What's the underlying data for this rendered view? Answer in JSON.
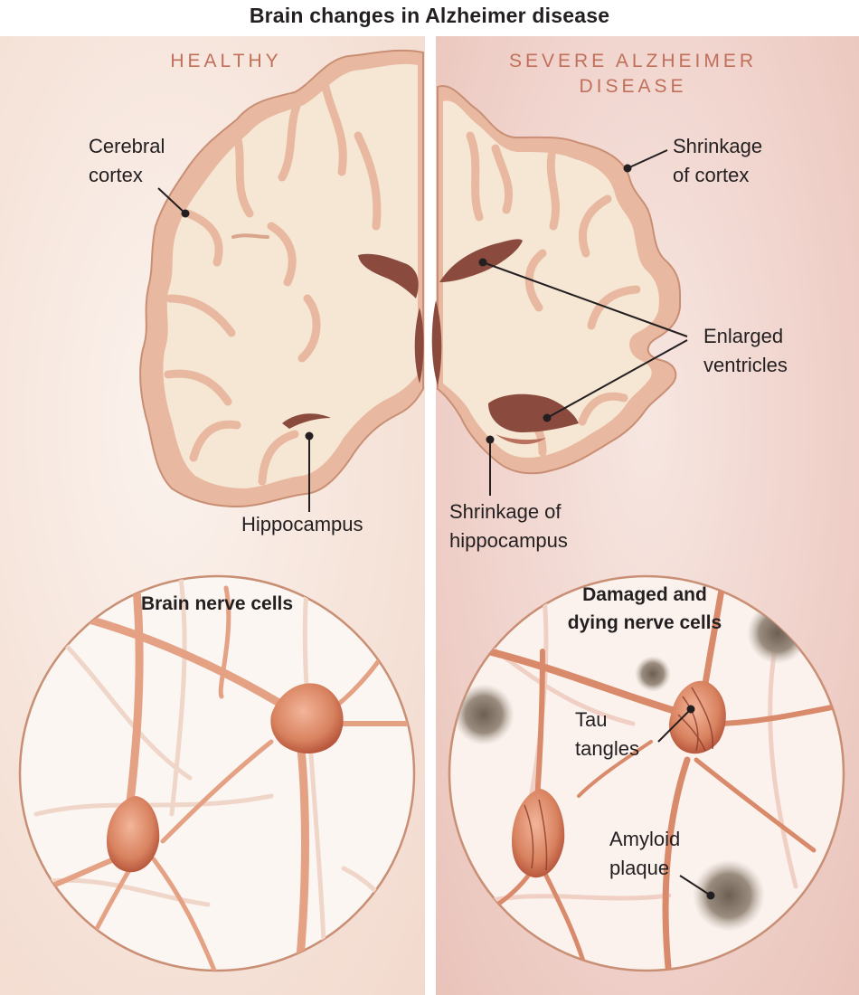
{
  "title": "Brain changes in Alzheimer disease",
  "healthy": {
    "heading": "HEALTHY",
    "labels": {
      "cerebral_cortex_line1": "Cerebral",
      "cerebral_cortex_line2": "cortex",
      "hippocampus": "Hippocampus"
    },
    "cells_title": "Brain nerve cells"
  },
  "alzheimer": {
    "heading_line1": "SEVERE ALZHEIMER",
    "heading_line2": "DISEASE",
    "labels": {
      "shrinkage_cortex_line1": "Shrinkage",
      "shrinkage_cortex_line2": "of cortex",
      "enlarged_ventricles_line1": "Enlarged",
      "enlarged_ventricles_line2": "ventricles",
      "shrinkage_hippocampus_line1": "Shrinkage of",
      "shrinkage_hippocampus_line2": "hippocampus",
      "tau_tangles_line1": "Tau",
      "tau_tangles_line2": "tangles",
      "amyloid_plaque_line1": "Amyloid",
      "amyloid_plaque_line2": "plaque"
    },
    "cells_title_line1": "Damaged and",
    "cells_title_line2": "dying nerve cells"
  },
  "colors": {
    "brain_outer": "#e8b9a0",
    "brain_inner": "#f6e6d4",
    "ventricle": "#8a4a3e",
    "heading": "#c0705a",
    "neuron": "#d98a6a",
    "plaque": "#8a7f73",
    "leader_line": "#231f20"
  }
}
